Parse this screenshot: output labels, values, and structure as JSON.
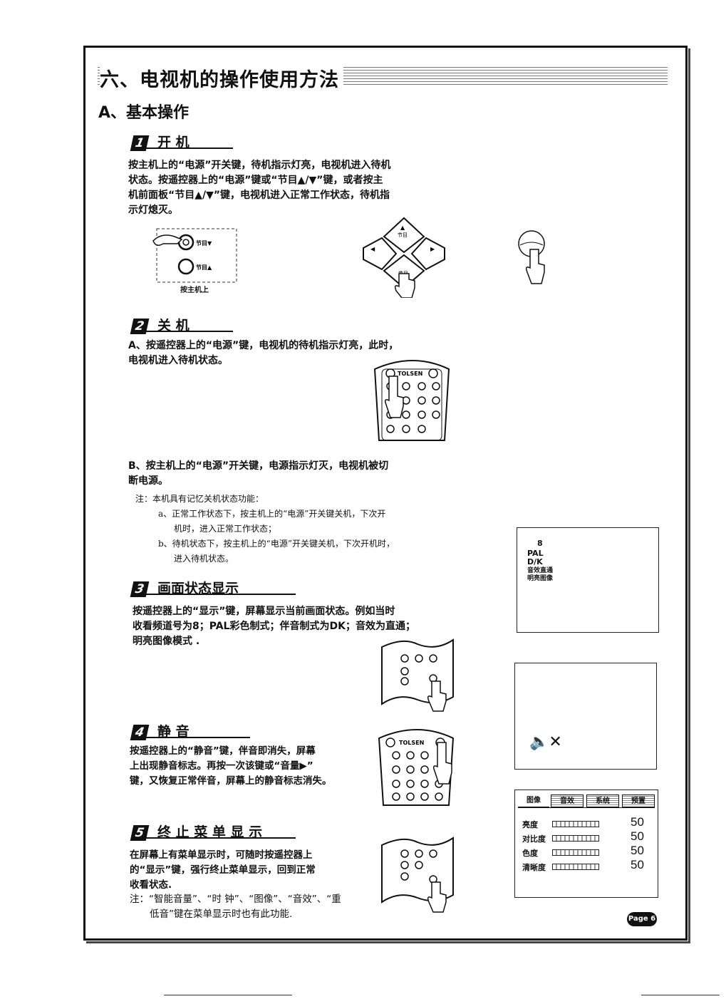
{
  "title": "六、电视机的操作使用方法",
  "section": "A、基本操作",
  "steps": {
    "s1": {
      "num": "1",
      "label": "开 机",
      "lines": [
        "按主机上的“电源”开关键，待机指示灯亮，电视机进入待机",
        "状态。按遥控器上的“电源”键或“节目▲/▼”键，或者按主",
        "机前面板“节目▲/▼”键，电视机进入正常工作状态，待机指",
        "示灯熄灭。"
      ],
      "caption": "按主机上"
    },
    "s2": {
      "num": "2",
      "label": "关 机",
      "lines_a": [
        "A、按遥控器上的“电源”键，电视机的待机指示灯亮，此时，",
        "电视机进入待机状态。"
      ],
      "lines_b": [
        "B、按主机上的“电源”开关键，电源指示灯灭，电视机被切",
        "断电源。"
      ],
      "note_head": "注：本机具有记忆关机状态功能：",
      "note_lines": [
        "a、正常工作状态下，按主机上的“电源”开关键关机，下次开",
        "机时，进入正常工作状态；",
        "b、待机状态下，按主机上的“电源”开关键关机，下次开机时，",
        "进入待机状态。"
      ]
    },
    "s3": {
      "num": "3",
      "label": "画面状态显示",
      "lines": [
        "按遥控器上的“显示”键，屏幕显示当前画面状态。例如当时",
        "收看频道号为8；PAL彩色制式；伴音制式为DK；音效为直通；",
        "明亮图像模式 ."
      ]
    },
    "s4": {
      "num": "4",
      "label": "静 音",
      "lines": [
        "按遥控器上的“静音”键，伴音即消失，屏幕",
        "上出现静音标志。再按一次该键或“音量▶”",
        "键，又恢复正常伴音，屏幕上的静音标志消失。"
      ]
    },
    "s5": {
      "num": "5",
      "label": "终 止 菜 单 显 示",
      "lines": [
        "在屏幕上有菜单显示时，可随时按遥控器上",
        "的“显示”键，强行终止菜单显示，回到正常",
        "收看状态."
      ],
      "note_lines": [
        "注：“智能音量”、“时 钟”、“图像”、“音效”、“重",
        "低音”键在菜单显示时也有此功能."
      ]
    }
  },
  "osd_screen": {
    "channel": "8",
    "system": "PAL",
    "sound": "D/K",
    "effect": "音效直通",
    "picture": "明亮图像"
  },
  "mute_screen": {
    "symbol": "🔈✕"
  },
  "menu_screen": {
    "tabs": [
      "图像",
      "音效",
      "系统",
      "预置"
    ],
    "rows": [
      {
        "label": "亮度",
        "value": "50"
      },
      {
        "label": "对比度",
        "value": "50"
      },
      {
        "label": "色度",
        "value": "50"
      },
      {
        "label": "清晰度",
        "value": "50"
      }
    ]
  },
  "panel_labels": {
    "prog_up": "节目",
    "keys": "TOLSEN"
  },
  "page_badge": "Page 6"
}
